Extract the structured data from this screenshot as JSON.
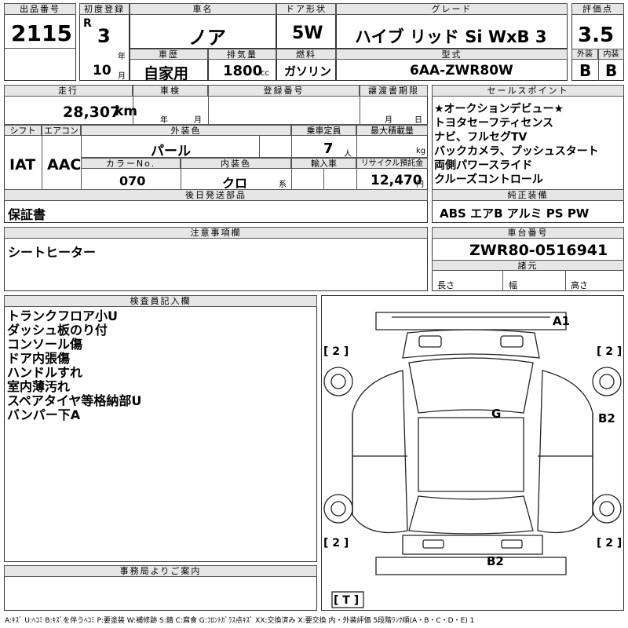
{
  "header": {
    "lot_label": "出品番号",
    "lot": "2115",
    "first_reg_label": "初度登録",
    "era": "R",
    "year_val": "3",
    "year_unit": "年",
    "month_val": "10",
    "month_unit": "月",
    "name_label": "車名",
    "name": "ノア",
    "door_label": "ドア形状",
    "door": "5W",
    "grade_label": "グレード",
    "grade": "ハイブ リッド Si WxB 3",
    "score_label": "評価点",
    "score": "3.5",
    "history_label": "車歴",
    "history": "自家用",
    "displacement_label": "排気量",
    "displacement": "1800",
    "cc": "cc",
    "fuel_label": "燃料",
    "fuel": "ガソリン",
    "model_label": "型式",
    "model": "6AA-ZWR80W",
    "ext_label": "外装",
    "ext": "B",
    "int_label": "内装",
    "int": "B"
  },
  "mid": {
    "mileage_label": "走行",
    "mileage": "28,307",
    "km": "km",
    "inspection_label": "車検",
    "nen": "年",
    "tsuki": "月",
    "regno_label": "登録番号",
    "transfer_label": "譲渡書期限",
    "tsuki2": "月",
    "hi": "日",
    "shift_label": "シフト",
    "shift": "IAT",
    "ac_label": "エアコン",
    "ac": "AAC",
    "color_label": "外装色",
    "color": "パール",
    "capacity_label": "乗車定員",
    "capacity": "7",
    "nin": "人",
    "load_label": "最大積載量",
    "kg": "kg",
    "colorno_label": "カラーNo.",
    "colorno": "070",
    "intcolor_label": "内装色",
    "intcolor": "クロ",
    "kei": "系",
    "import_label": "輸入車",
    "recycle_label": "リサイクル預託金",
    "recycle": "12,470",
    "yen": "円",
    "later_label": "後日発送部品",
    "later": "保証書"
  },
  "sales": {
    "label": "セールスポイント",
    "items": [
      "★オークションデビュー★",
      "トヨタセーフティセンス",
      "ナビ、フルセグTV",
      "バックカメラ、プッシュスタート",
      "両側パワースライド",
      "クルーズコントロール"
    ],
    "equip_label": "純正装備",
    "equip": "ABS エアB アルミ PS PW"
  },
  "notes": {
    "label": "注意事項欄",
    "text": "シートヒーター"
  },
  "chassis": {
    "label": "車台番号",
    "number": "ZWR80-0516941",
    "spec_label": "諸元",
    "length": "長さ",
    "width": "幅",
    "height": "高さ"
  },
  "inspector": {
    "label": "検査員記入欄",
    "items": [
      "トランクフロア小U",
      "ダッシュ板のり付",
      "コンソール傷",
      "ドア内張傷",
      "ハンドルすれ",
      "室内薄汚れ",
      "スペアタイヤ等格納部U",
      "バンパー下A"
    ]
  },
  "office": {
    "label": "事務局よりご案内"
  },
  "diagram": {
    "a1": "A1",
    "g": "G",
    "b2_side": "B2",
    "b2_rear": "B2",
    "tire_fl": "[ 2 ]",
    "tire_fr": "[ 2 ]",
    "tire_rl": "[ 2 ]",
    "tire_rr": "[ 2 ]",
    "spare": "[ T ]"
  },
  "legend": "A:ｷｽﾞ U:ﾍｺﾐ B:ｷｽﾞを伴うﾍｺﾐ P:要塗装 W:補修跡 S:錆 C:腐食 G:ﾌﾛﾝﾄｶﾞﾗｽ点ｷｽﾞ XX:交換済み X:要交換 内・外装評価 5段階ﾗﾝｸ順(A・B・C・D・E) 1"
}
